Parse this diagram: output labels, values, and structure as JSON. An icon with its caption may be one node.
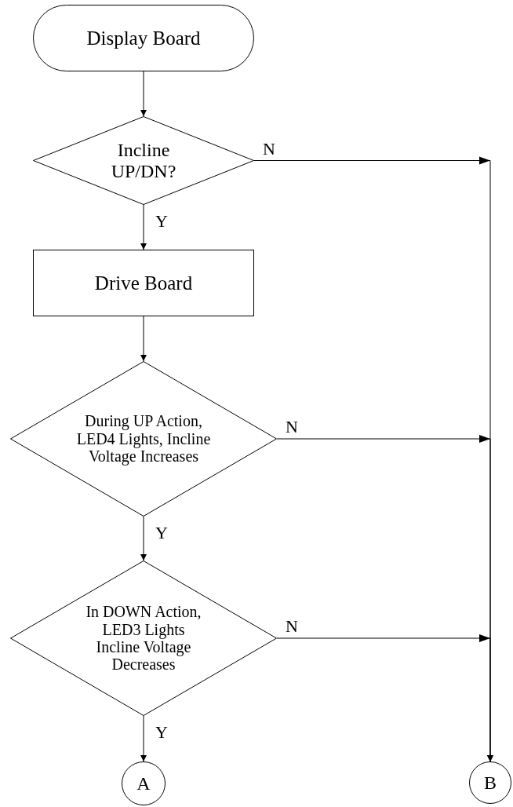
{
  "diagram": {
    "nodes": [
      {
        "text": [
          "Display Board"
        ]
      },
      {
        "text": [
          "Incline UP/DN?"
        ]
      },
      {
        "text": [
          "Drive Board"
        ]
      },
      {
        "text": [
          "During UP Action, LED4 Lights, Incline Voltage Increases"
        ]
      },
      {
        "text": [
          "In DOWN Action, LED3 Lights Incline Voltage Decreases"
        ]
      },
      {
        "text": [
          "A"
        ]
      },
      {
        "text": [
          "B"
        ]
      }
    ],
    "edges": [
      {
        "from": 0,
        "to": 1,
        "arrow": "to"
      },
      {
        "from": 1,
        "to": 2,
        "arrow": "to",
        "label": "Y"
      },
      {
        "from": 2,
        "to": 3,
        "arrow": "to"
      },
      {
        "from": 3,
        "to": 4,
        "arrow": "to",
        "label": "Y"
      },
      {
        "from": 4,
        "to": 5,
        "arrow": "to",
        "label": "Y"
      },
      {
        "from": 1,
        "to": 6,
        "arrow": "to",
        "label": "N"
      },
      {
        "from": 3,
        "to": 6,
        "arrow": "to",
        "label": "N"
      },
      {
        "from": 4,
        "to": 6,
        "arrow": "to",
        "label": "N"
      }
    ]
  }
}
